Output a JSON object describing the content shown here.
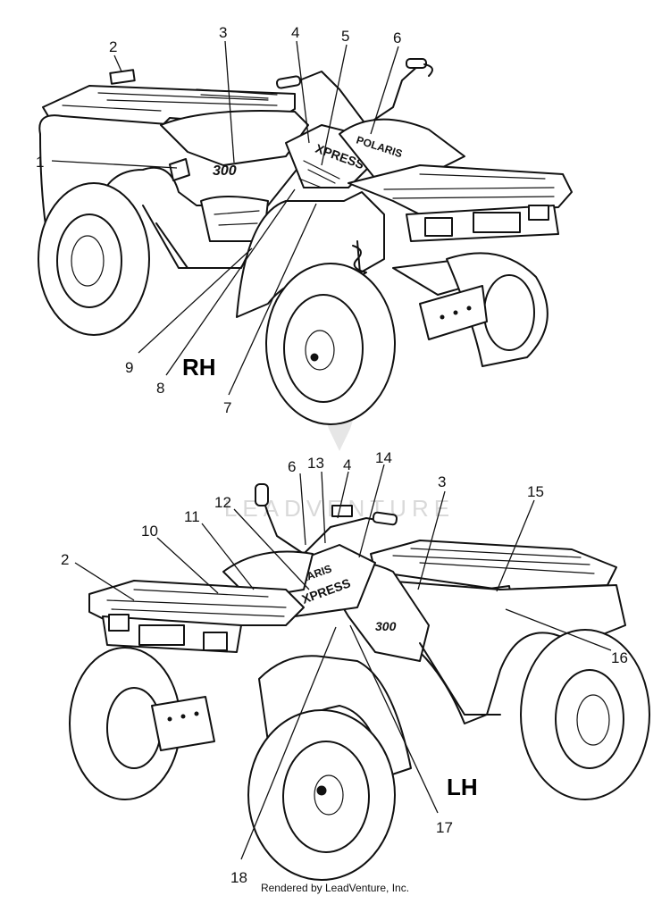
{
  "diagram": {
    "views": [
      {
        "id": "rh",
        "label": "RH",
        "callouts": [
          "1",
          "2",
          "3",
          "4",
          "5",
          "6",
          "7",
          "8",
          "9"
        ]
      },
      {
        "id": "lh",
        "label": "LH",
        "callouts": [
          "2",
          "3",
          "4",
          "6",
          "10",
          "11",
          "12",
          "13",
          "14",
          "15",
          "16",
          "17",
          "18"
        ]
      }
    ],
    "decals": {
      "model_number": "300",
      "brand": "POLARIS",
      "model_name": "XPRESS"
    }
  },
  "watermark": {
    "text": "LEADVENTURE"
  },
  "footer": {
    "text": "Rendered by LeadVenture, Inc."
  }
}
